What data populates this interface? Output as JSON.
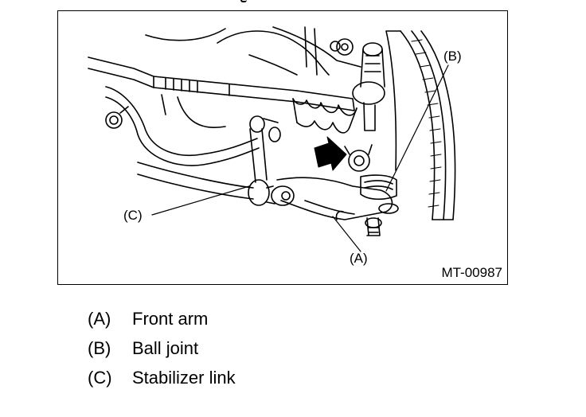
{
  "figure": {
    "figure_id": "MT-00987",
    "callouts": {
      "a": "(A)",
      "b": "(B)",
      "c": "(C)"
    }
  },
  "legend": [
    {
      "letter": "(A)",
      "text": "Front arm"
    },
    {
      "letter": "(B)",
      "text": "Ball joint"
    },
    {
      "letter": "(C)",
      "text": "Stabilizer link"
    }
  ]
}
